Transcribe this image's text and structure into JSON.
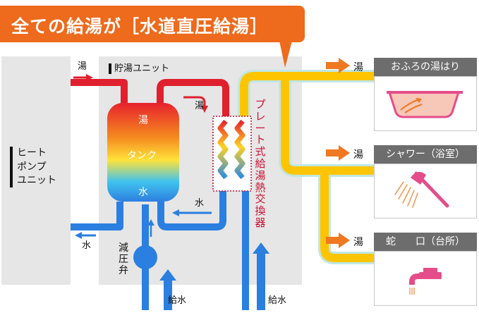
{
  "banner": {
    "title": "全ての給湯が［水道直圧給湯］"
  },
  "heat_pump": {
    "label": "ヒート ポンプ ユニット",
    "lines": [
      "ヒート",
      "ポンプ",
      "ユニット"
    ]
  },
  "storage_unit": {
    "label": "貯湯ユニット"
  },
  "tank": {
    "hot": "湯",
    "name": "タンク",
    "water": "水"
  },
  "plate_exchanger": {
    "label": "プレート式給湯熱交換器"
  },
  "pressure_valve": {
    "label": "減圧弁",
    "chars": [
      "減",
      "圧",
      "弁"
    ]
  },
  "flow_labels": {
    "hot_to_tank": "湯",
    "hot_to_exchanger": "湯",
    "water_from_exchanger": "水",
    "water_to_heat_pump": "水",
    "supply_left": "給水",
    "supply_right": "給水"
  },
  "outputs": [
    {
      "hot": "湯",
      "title": "おふろの湯はり",
      "icon": "bathtub-icon"
    },
    {
      "hot": "湯",
      "title": "シャワー（浴室）",
      "icon": "shower-icon"
    },
    {
      "hot": "湯",
      "title": "蛇　　口（台所）",
      "icon": "faucet-icon"
    }
  ],
  "colors": {
    "banner": "#ee6a1c",
    "hot_pipe": "#e0202e",
    "cold_pipe": "#2a7fe0",
    "supply_pipe": "#ffc400",
    "arrow": "#f07820",
    "panel": "#e6e6e6"
  }
}
